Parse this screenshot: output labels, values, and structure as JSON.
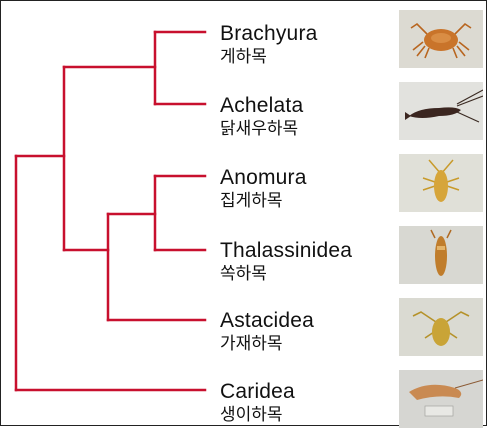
{
  "taxa": [
    {
      "latin": "Brachyura",
      "korean": "게하목",
      "icon": "crab-photo-icon"
    },
    {
      "latin": "Achelata",
      "korean": "닭새우하목",
      "icon": "spiny-lobster-photo-icon"
    },
    {
      "latin": "Anomura",
      "korean": "집게하목",
      "icon": "squat-lobster-photo-icon"
    },
    {
      "latin": "Thalassinidea",
      "korean": "쏙하목",
      "icon": "mud-shrimp-photo-icon"
    },
    {
      "latin": "Astacidea",
      "korean": "가재하목",
      "icon": "crayfish-photo-icon"
    },
    {
      "latin": "Caridea",
      "korean": "생이하목",
      "icon": "shrimp-photo-icon"
    }
  ],
  "colors": {
    "branch": "#c8102e",
    "text": "#111111",
    "frame": "#222222"
  }
}
